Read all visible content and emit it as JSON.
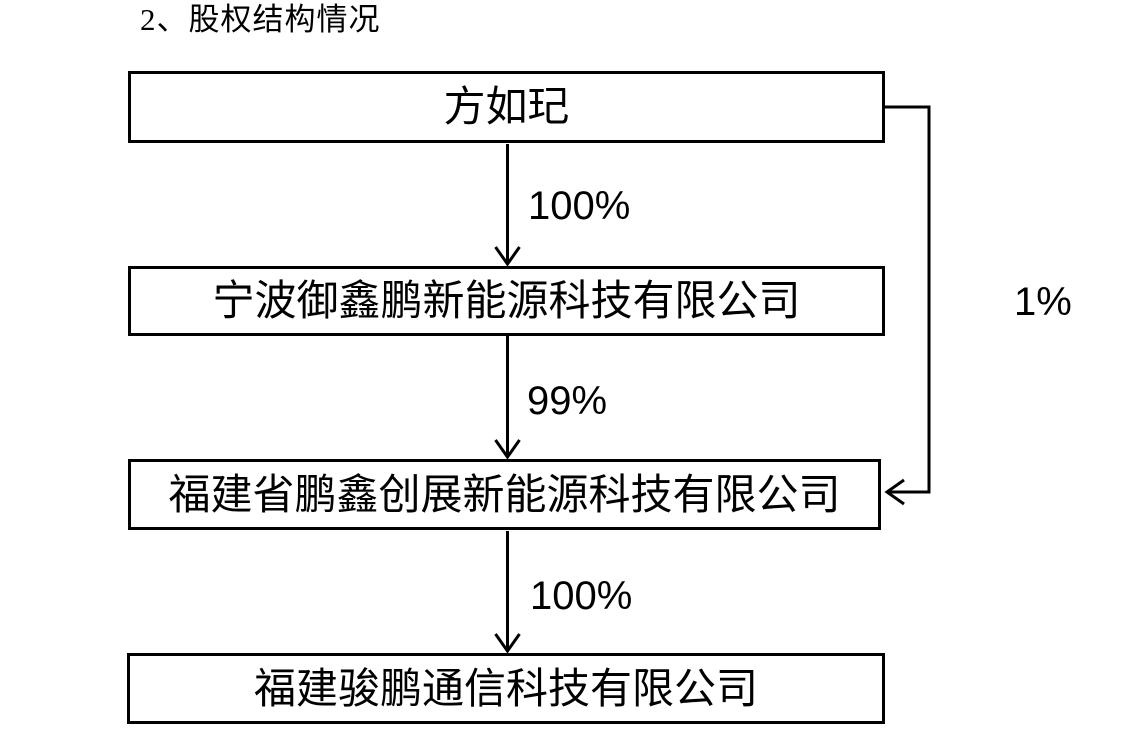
{
  "page": {
    "title": "2、股权结构情况",
    "background": "#ffffff"
  },
  "colors": {
    "line": "#000000",
    "text": "#000000",
    "box_fill": "#ffffff",
    "box_border": "#000000"
  },
  "chart": {
    "type": "equity-structure-flowchart",
    "nodes": [
      {
        "id": "fang-ruji",
        "label": "方如玘"
      },
      {
        "id": "ningbo-yuxinpeng",
        "label": "宁波御鑫鹏新能源科技有限公司"
      },
      {
        "id": "fujian-pengxin",
        "label": "福建省鹏鑫创展新能源科技有限公司"
      },
      {
        "id": "fujian-junpeng",
        "label": "福建骏鹏通信科技有限公司"
      }
    ],
    "edges": [
      {
        "from": "方如玘",
        "to": "宁波御鑫鹏新能源科技有限公司",
        "label": "100%"
      },
      {
        "from": "宁波御鑫鹏新能源科技有限公司",
        "to": "福建省鹏鑫创展新能源科技有限公司",
        "label": "99%"
      },
      {
        "from": "福建省鹏鑫创展新能源科技有限公司",
        "to": "福建骏鹏通信科技有限公司",
        "label": "100%"
      },
      {
        "from": "方如玘",
        "to": "福建省鹏鑫创展新能源科技有限公司",
        "label": "1%"
      }
    ]
  }
}
